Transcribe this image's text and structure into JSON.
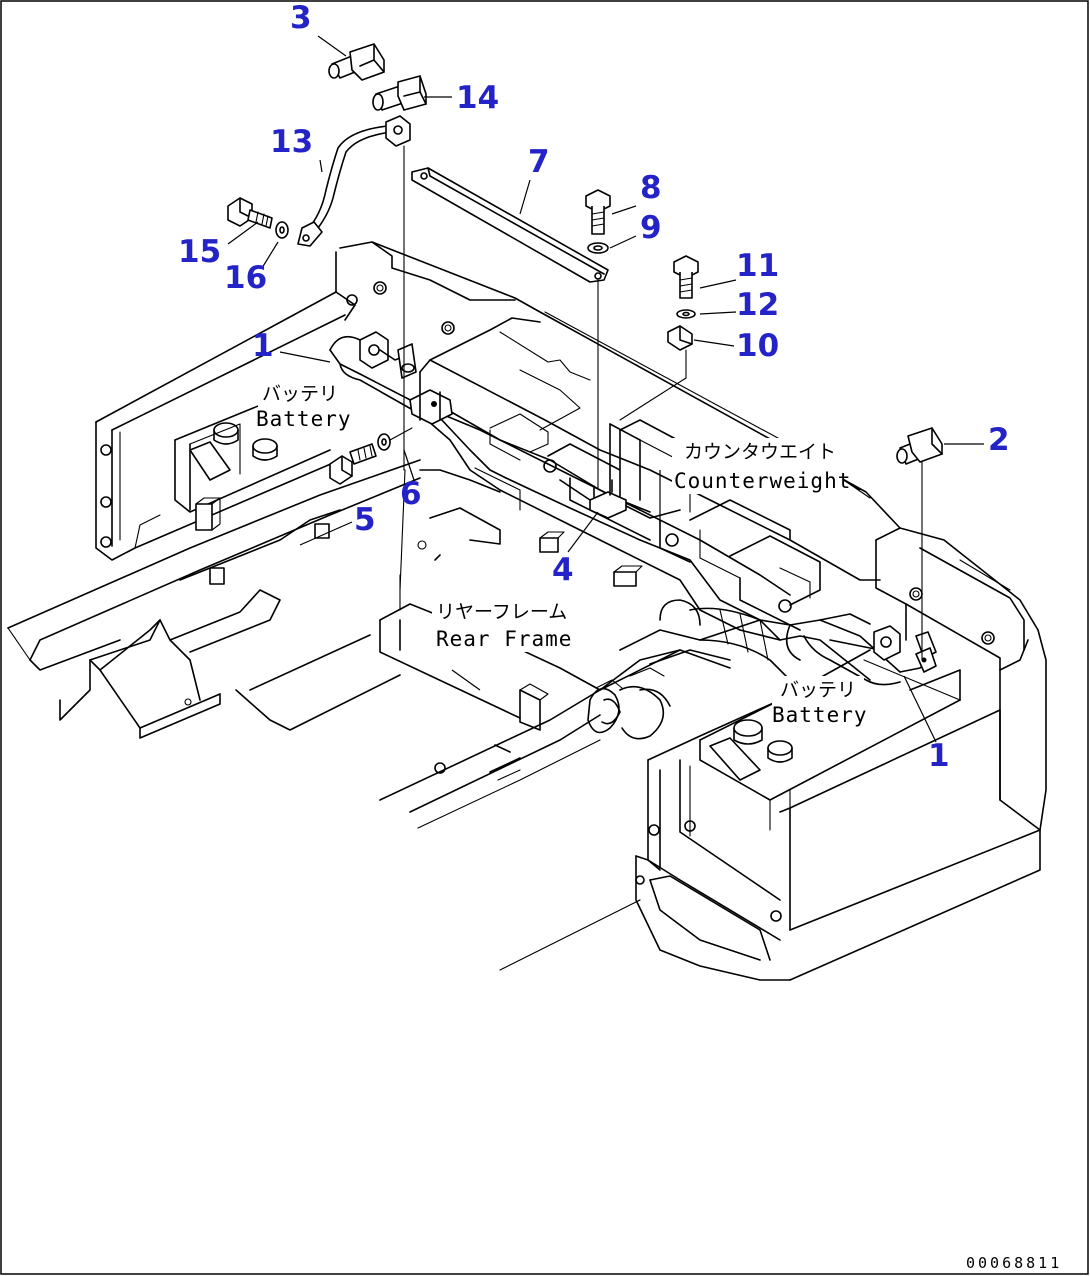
{
  "drawing_number": "00068811",
  "callouts": [
    {
      "id": "c3",
      "text": "3"
    },
    {
      "id": "c14",
      "text": "14"
    },
    {
      "id": "c13",
      "text": "13"
    },
    {
      "id": "c7",
      "text": "7"
    },
    {
      "id": "c8",
      "text": "8"
    },
    {
      "id": "c9",
      "text": "9"
    },
    {
      "id": "c15",
      "text": "15"
    },
    {
      "id": "c16",
      "text": "16"
    },
    {
      "id": "c11",
      "text": "11"
    },
    {
      "id": "c12",
      "text": "12"
    },
    {
      "id": "c10",
      "text": "10"
    },
    {
      "id": "c1a",
      "text": "1"
    },
    {
      "id": "c2",
      "text": "2"
    },
    {
      "id": "c6",
      "text": "6"
    },
    {
      "id": "c5",
      "text": "5"
    },
    {
      "id": "c4",
      "text": "4"
    },
    {
      "id": "c1b",
      "text": "1"
    }
  ],
  "labels": {
    "battery_left_jp": "バッテリ",
    "battery_left_en": "Battery",
    "counterweight_jp": "カウンタウエイト",
    "counterweight_en": "Counterweight",
    "rear_frame_jp": "リヤーフレーム",
    "rear_frame_en": "Rear Frame",
    "battery_right_jp": "バッテリ",
    "battery_right_en": "Battery"
  }
}
